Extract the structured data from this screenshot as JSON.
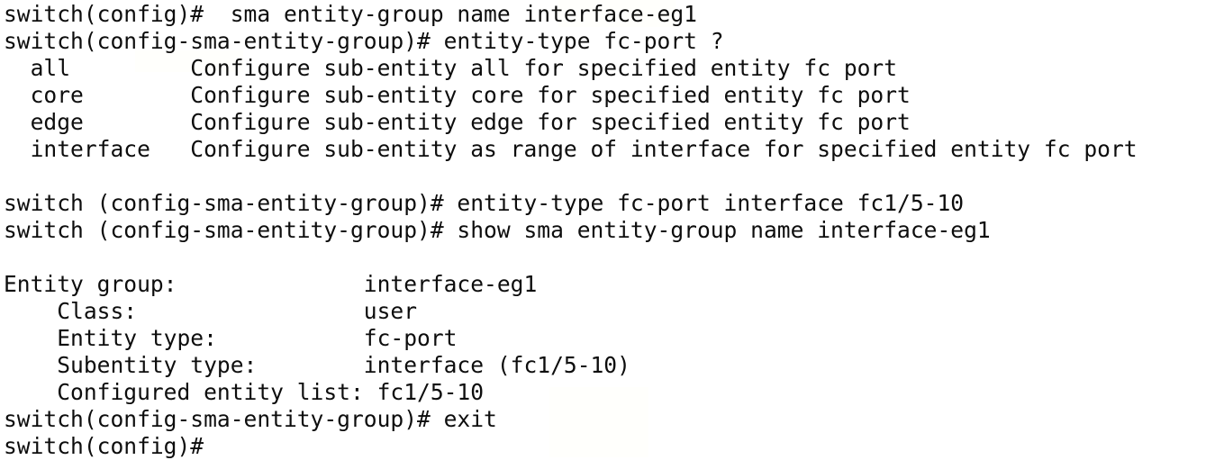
{
  "terminal": {
    "background_color": "#ffffff",
    "text_color": "#0d0d0d",
    "prompt_config": "switch(config)#",
    "prompt_entity_group": "switch(config-sma-entity-group)#",
    "lines": [
      "switch(config)#  sma entity-group name interface-eg1",
      "switch(config-sma-entity-group)# entity-type fc-port ?",
      "  all         Configure sub-entity all for specified entity fc port",
      "  core        Configure sub-entity core for specified entity fc port",
      "  edge        Configure sub-entity edge for specified entity fc port",
      "  interface   Configure sub-entity as range of interface for specified entity fc port",
      "",
      "switch (config-sma-entity-group)# entity-type fc-port interface fc1/5-10",
      "switch (config-sma-entity-group)# show sma entity-group name interface-eg1",
      "",
      "Entity group:              interface-eg1",
      "    Class:                 user",
      "    Entity type:           fc-port",
      "    Subentity type:        interface (fc1/5-10)",
      "    Configured entity list: fc1/5-10",
      "switch(config-sma-entity-group)# exit",
      "switch(config)#"
    ],
    "commands": [
      {
        "prompt": "switch(config)#",
        "command": "sma entity-group name interface-eg1"
      },
      {
        "prompt": "switch(config-sma-entity-group)#",
        "command": "entity-type fc-port ?"
      },
      {
        "prompt": "switch (config-sma-entity-group)#",
        "command": "entity-type fc-port interface fc1/5-10"
      },
      {
        "prompt": "switch (config-sma-entity-group)#",
        "command": "show sma entity-group name interface-eg1"
      },
      {
        "prompt": "switch(config-sma-entity-group)#",
        "command": "exit"
      },
      {
        "prompt": "switch(config)#",
        "command": ""
      }
    ],
    "help_options": [
      {
        "keyword": "all",
        "description": "Configure sub-entity all for specified entity fc port"
      },
      {
        "keyword": "core",
        "description": "Configure sub-entity core for specified entity fc port"
      },
      {
        "keyword": "edge",
        "description": "Configure sub-entity edge for specified entity fc port"
      },
      {
        "keyword": "interface",
        "description": "Configure sub-entity as range of interface for specified entity fc port"
      }
    ],
    "entity_group_output": {
      "header_label": "Entity group:",
      "header_value": "interface-eg1",
      "fields": [
        {
          "label": "Class:",
          "value": "user"
        },
        {
          "label": "Entity type:",
          "value": "fc-port"
        },
        {
          "label": "Subentity type:",
          "value": "interface (fc1/5-10)"
        },
        {
          "label": "Configured entity list:",
          "value": "fc1/5-10"
        }
      ]
    }
  }
}
